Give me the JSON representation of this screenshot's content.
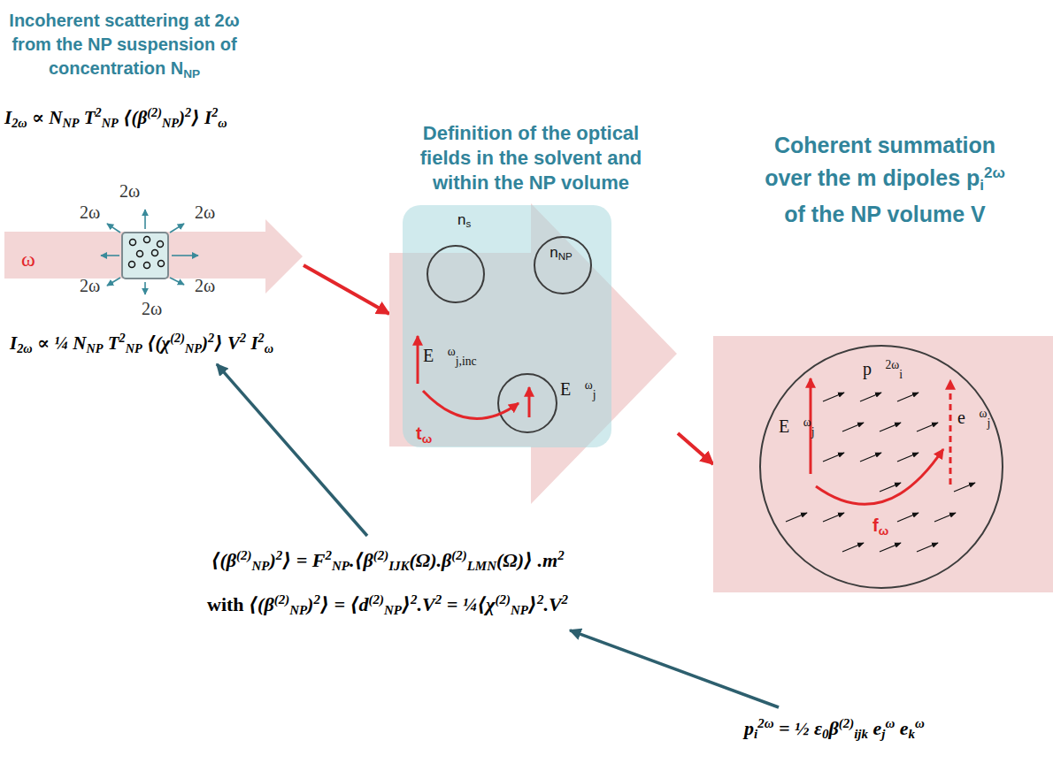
{
  "diagram": {
    "nodes": [
      {
        "text": [
          "Incoherent scattering at 2ω from the NP suspension of concentration NNP",
          "I2ω ∝ NNP T2NP ⟨(β(2)NP)2⟩ I2ω",
          "ω"
        ]
      },
      {
        "text": [
          "Definition of the optical fields in the solvent and within the NP volume"
        ]
      },
      {
        "text": [
          "ns",
          "E⃗ωj,inc",
          "E⃗ωj",
          "tω"
        ],
        "in": 1
      },
      {
        "text": [
          "nNP"
        ],
        "in": 2
      },
      {
        "text": [
          "Coherent summation over the m dipoles pi2ω of the NP volume V"
        ]
      },
      {
        "text": [
          "p⃗2ωi",
          "E⃗ωj",
          "e⃗ωj",
          "fω"
        ],
        "in": 4
      },
      {
        "text": [
          "I2ω ∝ ¼ NNP T2NP ⟨(χ(2)NP)2⟩ V2 I2ω"
        ]
      },
      {
        "text": [
          "⟨(β(2)NP)2⟩ = F2NP.⟨β(2)IJK(Ω).β(2)LMN(Ω)⟩ .m2",
          "with ⟨(β(2)NP)2⟩ = ⟨d(2)NP⟩2.V2 = ¼⟨χ(2)NP⟩2.V2"
        ]
      },
      {
        "text": [
          "pi2ω = ½ ε0β(2)ijk ejω ekω"
        ]
      }
    ],
    "edges": [
      {
        "from": 0,
        "to": 1,
        "arrow": "to"
      },
      {
        "from": 1,
        "to": 4,
        "arrow": "to"
      },
      {
        "from": 7,
        "to": 6,
        "arrow": "to"
      },
      {
        "from": 8,
        "to": 7,
        "arrow": "to"
      }
    ],
    "labels": [
      "2ω",
      "2ω",
      "2ω",
      "2ω",
      "2ω",
      "2ω"
    ]
  }
}
